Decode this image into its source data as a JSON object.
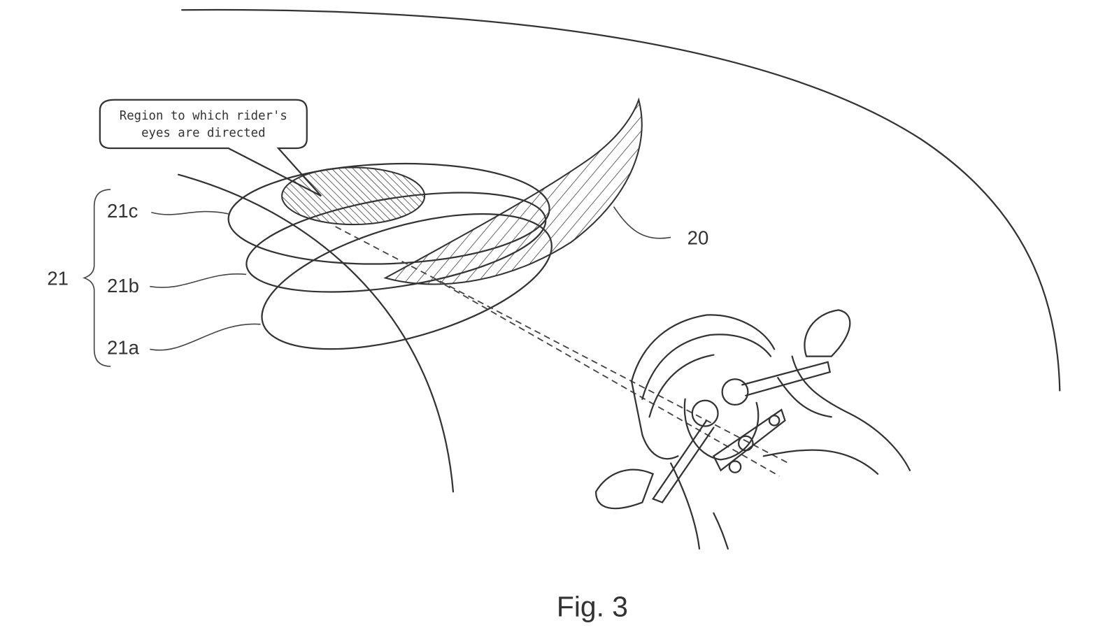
{
  "callout": {
    "line1": "Region to which rider's",
    "line2": "eyes are directed"
  },
  "labels": {
    "group": "21",
    "layer_c": "21c",
    "layer_b": "21b",
    "layer_a": "21a",
    "display_area": "20"
  },
  "caption": "Fig. 3"
}
